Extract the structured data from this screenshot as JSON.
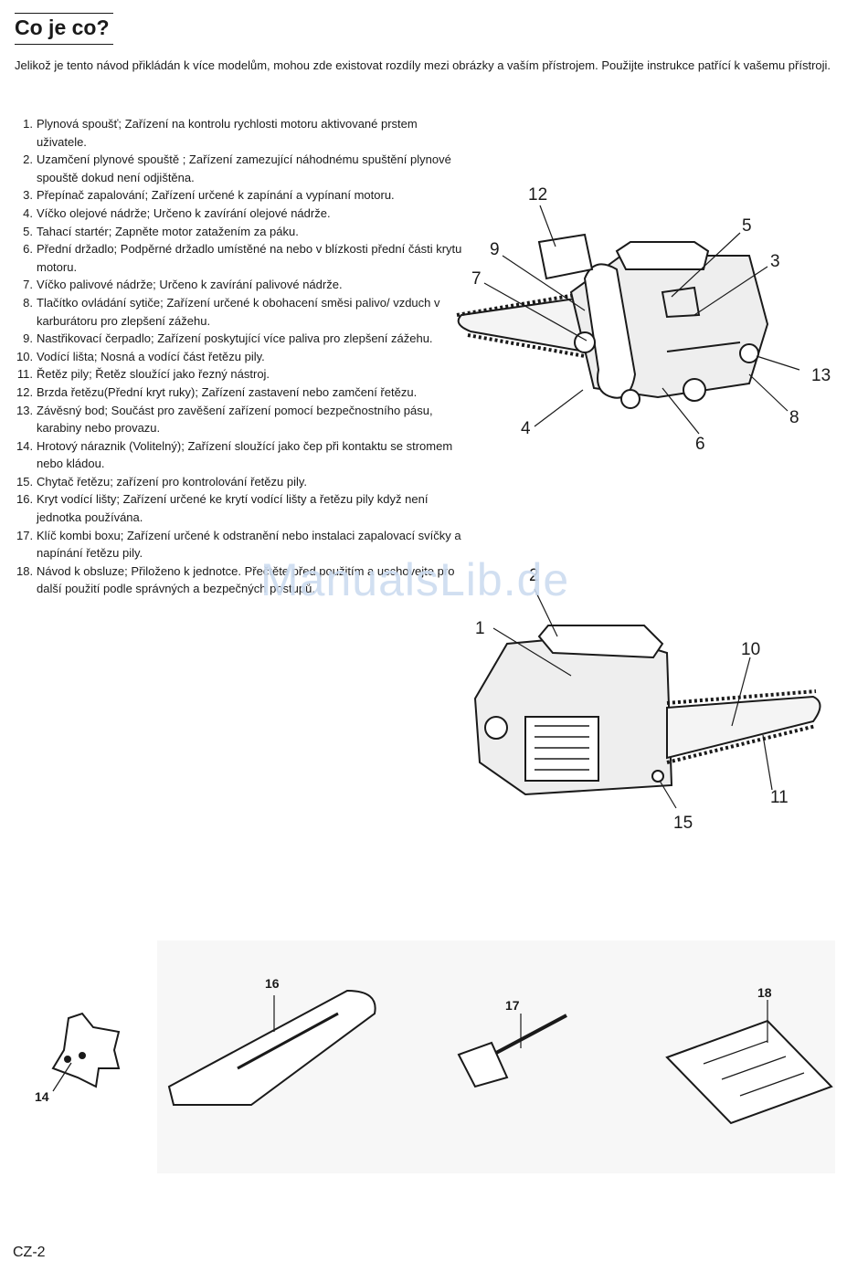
{
  "page": {
    "heading": "Co je co?",
    "intro": "Jelikož je tento návod přikládán k více modelům, mohou zde existovat rozdíly mezi obrázky a vaším přístrojem. Použijte instrukce patřící k vašemu přístroji.",
    "footer": "CZ-2",
    "watermark": "ManualsLib.de"
  },
  "parts": [
    {
      "n": "1.",
      "text": "Plynová spoušť; Zařízení na kontrolu rychlosti motoru aktivované prstem uživatele."
    },
    {
      "n": "2.",
      "text": "Uzamčení plynové spouště ; Zařízení zamezující náhodnému spuštění plynové spouště dokud není odjištěna."
    },
    {
      "n": "3.",
      "text": "Přepínač zapalování; Zařízení určené k zapínání a vypínaní motoru."
    },
    {
      "n": "4.",
      "text": "Víčko olejové nádrže; Určeno k zavírání olejové nádrže."
    },
    {
      "n": "5.",
      "text": "Tahací startér; Zapněte motor zatažením za páku."
    },
    {
      "n": "6.",
      "text": "Přední držadlo; Podpěrné držadlo umístěné na nebo v blízkosti přední části krytu motoru."
    },
    {
      "n": "7.",
      "text": "Víčko palivové nádrže; Určeno k zavírání palivové nádrže."
    },
    {
      "n": "8.",
      "text": "Tlačítko ovládání sytiče; Zařízení určené k obohacení směsi palivo/ vzduch v karburátoru pro zlepšení zážehu."
    },
    {
      "n": "9.",
      "text": "Nastřikovací čerpadlo; Zařízení poskytující více paliva pro zlepšení zážehu."
    },
    {
      "n": "10.",
      "text": "Vodící lišta; Nosná a vodící část řetězu pily."
    },
    {
      "n": "11.",
      "text": "Řetěz pily; Řetěz sloužící jako řezný nástroj."
    },
    {
      "n": "12.",
      "text": "Brzda řetězu(Přední kryt ruky); Zařízení zastavení nebo zamčení řetězu."
    },
    {
      "n": "13.",
      "text": "Závěsný bod; Součást pro zavěšení zařízení pomocí bezpečnostního pásu, karabiny nebo provazu."
    },
    {
      "n": "14.",
      "text": "Hrotový náraznik (Volitelný); Zařízení sloužící jako čep při kontaktu se stromem nebo kládou."
    },
    {
      "n": "15.",
      "text": "Chytač řetězu; zařízení pro kontrolování řetězu pily."
    },
    {
      "n": "16.",
      "text": "Kryt vodící lišty; Zařízení určené ke krytí vodící lišty a řetězu pily když není jednotka používána."
    },
    {
      "n": "17.",
      "text": "Klíč kombi boxu; Zařízení určené k odstranění nebo instalaci zapalovací svíčky a napínání řetězu pily."
    },
    {
      "n": "18.",
      "text": "Návod k obsluze; Přiloženo k jednotce. Přečtěte před použitím a uschovejte pro další použití podle  správných a bezpečných postupů."
    }
  ],
  "figure1": {
    "labels": [
      "12",
      "5",
      "9",
      "3",
      "7",
      "13",
      "8",
      "4",
      "6"
    ]
  },
  "figure2": {
    "labels": [
      "2",
      "1",
      "10",
      "11",
      "15"
    ]
  },
  "figure3": {
    "labels": [
      "16",
      "17",
      "18",
      "14"
    ]
  }
}
